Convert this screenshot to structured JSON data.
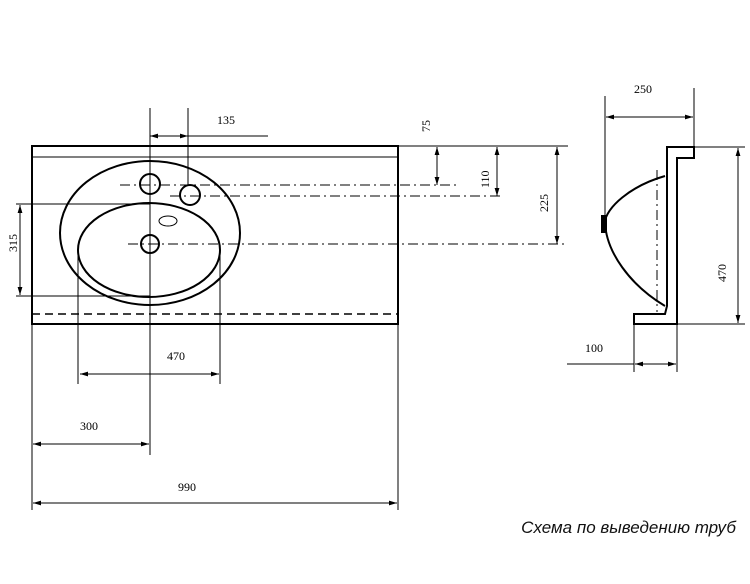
{
  "dimensions": {
    "overall_width": "990",
    "bowl_width": "470",
    "center_offset": "300",
    "hole_spacing": "135",
    "bowl_depth": "315",
    "dim_75": "75",
    "dim_110": "110",
    "dim_225": "225",
    "side_top": "250",
    "side_height": "470",
    "side_bottom": "100"
  },
  "caption": "Схема по выведению труб"
}
